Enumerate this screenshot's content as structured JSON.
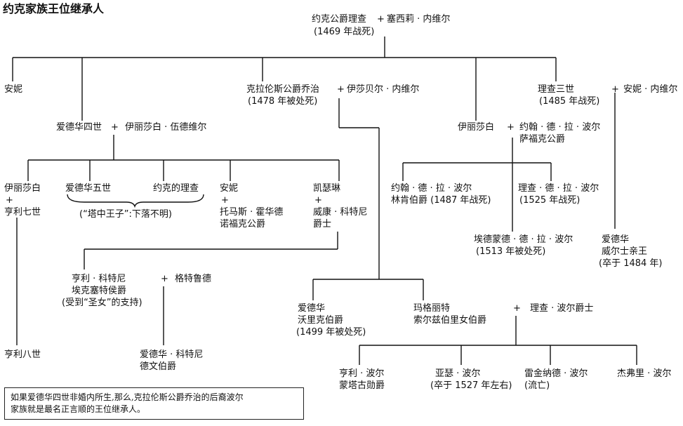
{
  "title": "约克家族王位继承人",
  "plus": "+",
  "nodes": {
    "york_duke": "约克公爵理查",
    "york_duke_note": "(1469 年战死)",
    "cecily": "塞西莉 · 内维尔",
    "anne1": "安妮",
    "clarence": "克拉伦斯公爵乔治",
    "clarence_note": "(1478 年被处死)",
    "isabel": "伊莎贝尔 · 内维尔",
    "richard3": "理查三世",
    "richard3_note": "(1485 年战死)",
    "anne_neville": "安妮 · 内维尔",
    "edward4": "爱德华四世",
    "eliz_woodville": "伊丽莎白 · 伍德维尔",
    "elizabeth_y": "伊丽莎白",
    "john_pole": "约翰 · 德 · 拉 · 波尔",
    "john_pole_title": "萨福克公爵",
    "elizabeth_k": "伊丽莎白",
    "henry7": "亨利七世",
    "edward5": "爱德华五世",
    "richard_york": "约克的理查",
    "princes_note": "(“塔中王子”:下落不明)",
    "anne2": "安妮",
    "thomas_howard": "托马斯 · 霍华德",
    "thomas_howard_title": "诺福克公爵",
    "catherine": "凯瑟琳",
    "william_courtenay": "威康 · 科特尼",
    "william_courtenay_title": "爵士",
    "john_lincoln": "约翰 · 德 · 拉 · 波尔",
    "john_lincoln_title": "林肯伯爵 (1487 年战死)",
    "richard_pole": "理查 · 德 · 拉 · 波尔",
    "richard_pole_note": "(1525 年战死)",
    "edmund_pole": "埃德蒙德 · 德 · 拉 · 波尔",
    "edmund_pole_note": "(1513 年被处死)",
    "edward_prince": "爱德华",
    "edward_prince_title": "威尔士亲王",
    "edward_prince_note": "(卒于 1484 年)",
    "henry_courtenay": "亨利 · 科特尼",
    "henry_courtenay_title": "埃克塞特侯爵",
    "henry_courtenay_note": "(受到“圣女”的支持)",
    "gertrude": "格特鲁德",
    "edward_warwick": "爱德华",
    "edward_warwick_title": "沃里克伯爵",
    "edward_warwick_note": "(1499 年被处死)",
    "margaret": "玛格丽特",
    "margaret_title": "索尔兹伯里女伯爵",
    "richard_pole_sir": "理查 · 波尔爵士",
    "henry8": "亨利八世",
    "edward_courtenay": "爱德华 · 科特尼",
    "edward_courtenay_title": "德文伯爵",
    "henry_pole": "亨利 · 波尔",
    "henry_pole_title": "蒙塔古勋爵",
    "arthur_pole": "亚瑟 · 波尔",
    "arthur_pole_note": "(卒于 1527 年左右)",
    "reginald_pole": "雷金纳德 · 波尔",
    "reginald_pole_note": "(流亡)",
    "geoffrey_pole": "杰弗里 · 波尔"
  },
  "note": {
    "line1": "如果爱德华四世非婚内所生,那么,克拉伦斯公爵乔治的后裔波尔",
    "line2": "家族就是最名正言顺的王位继承人。"
  }
}
